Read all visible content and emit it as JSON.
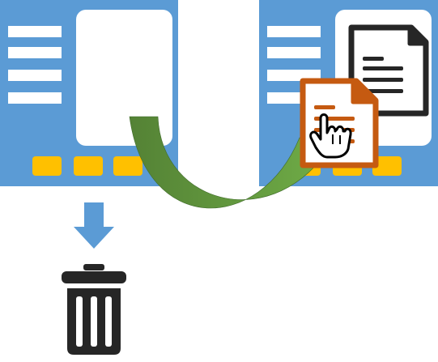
{
  "diagram": {
    "left_window": {
      "name": "source-window",
      "menu_lines": 4,
      "footer_buttons": 3,
      "content": "empty-panel"
    },
    "right_window": {
      "name": "destination-window",
      "menu_lines": 4,
      "footer_buttons": 3,
      "content": "documents"
    },
    "arrows": [
      {
        "name": "move-to-trash-arrow",
        "direction": "down"
      },
      {
        "name": "drag-document-arrow",
        "direction": "curved-right"
      }
    ],
    "icons": [
      "document-icon",
      "hand-pointer-icon",
      "trash-can-icon"
    ]
  },
  "colors": {
    "window_blue": "#5b9bd5",
    "panel_white": "#ffffff",
    "menu_line_white": "#ffffff",
    "button_yellow": "#ffc000",
    "arrow_blue": "#5b9bd5",
    "curve_green_dark": "#548235",
    "curve_green_light": "#70ad47",
    "doc_dark": "#262626",
    "doc_orange": "#c55a11",
    "trash_dark": "#262626"
  }
}
